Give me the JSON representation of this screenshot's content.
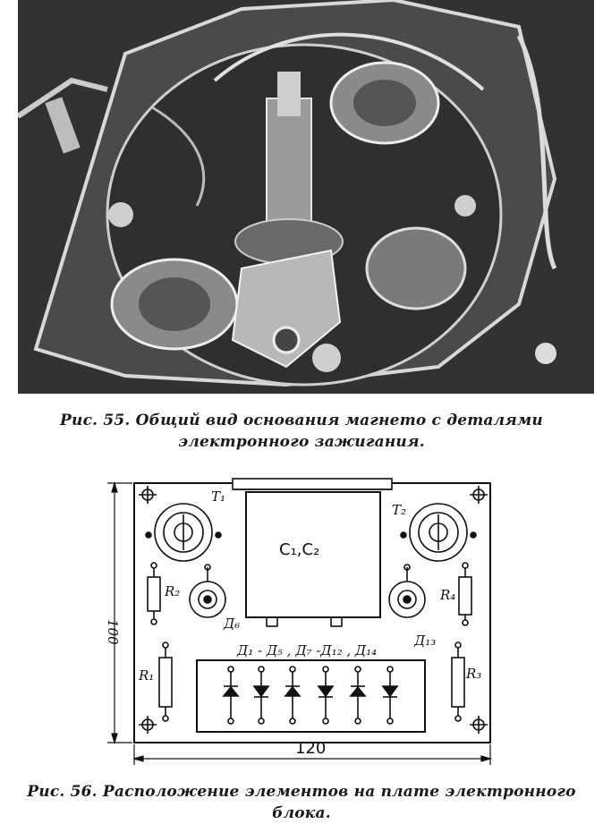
{
  "figure1": {
    "caption": "Рис. 55. Общий вид основания магнето с деталями электронного зажигания."
  },
  "figure2": {
    "caption": "Рис. 56. Расположение элементов на плате электронного блока.",
    "dim_width": "120",
    "dim_height": "100",
    "labels": {
      "T1": "T₁",
      "T2": "T₂",
      "C": "C₁,C₂",
      "R1": "R₁",
      "R2": "R₂",
      "R3": "R₃",
      "R4": "R₄",
      "D6": "Д₆",
      "D13": "Д₁₃",
      "diodes": "Д₁ - Д₅ , Д₇ -Д₁₂ , Д₁₄"
    }
  }
}
